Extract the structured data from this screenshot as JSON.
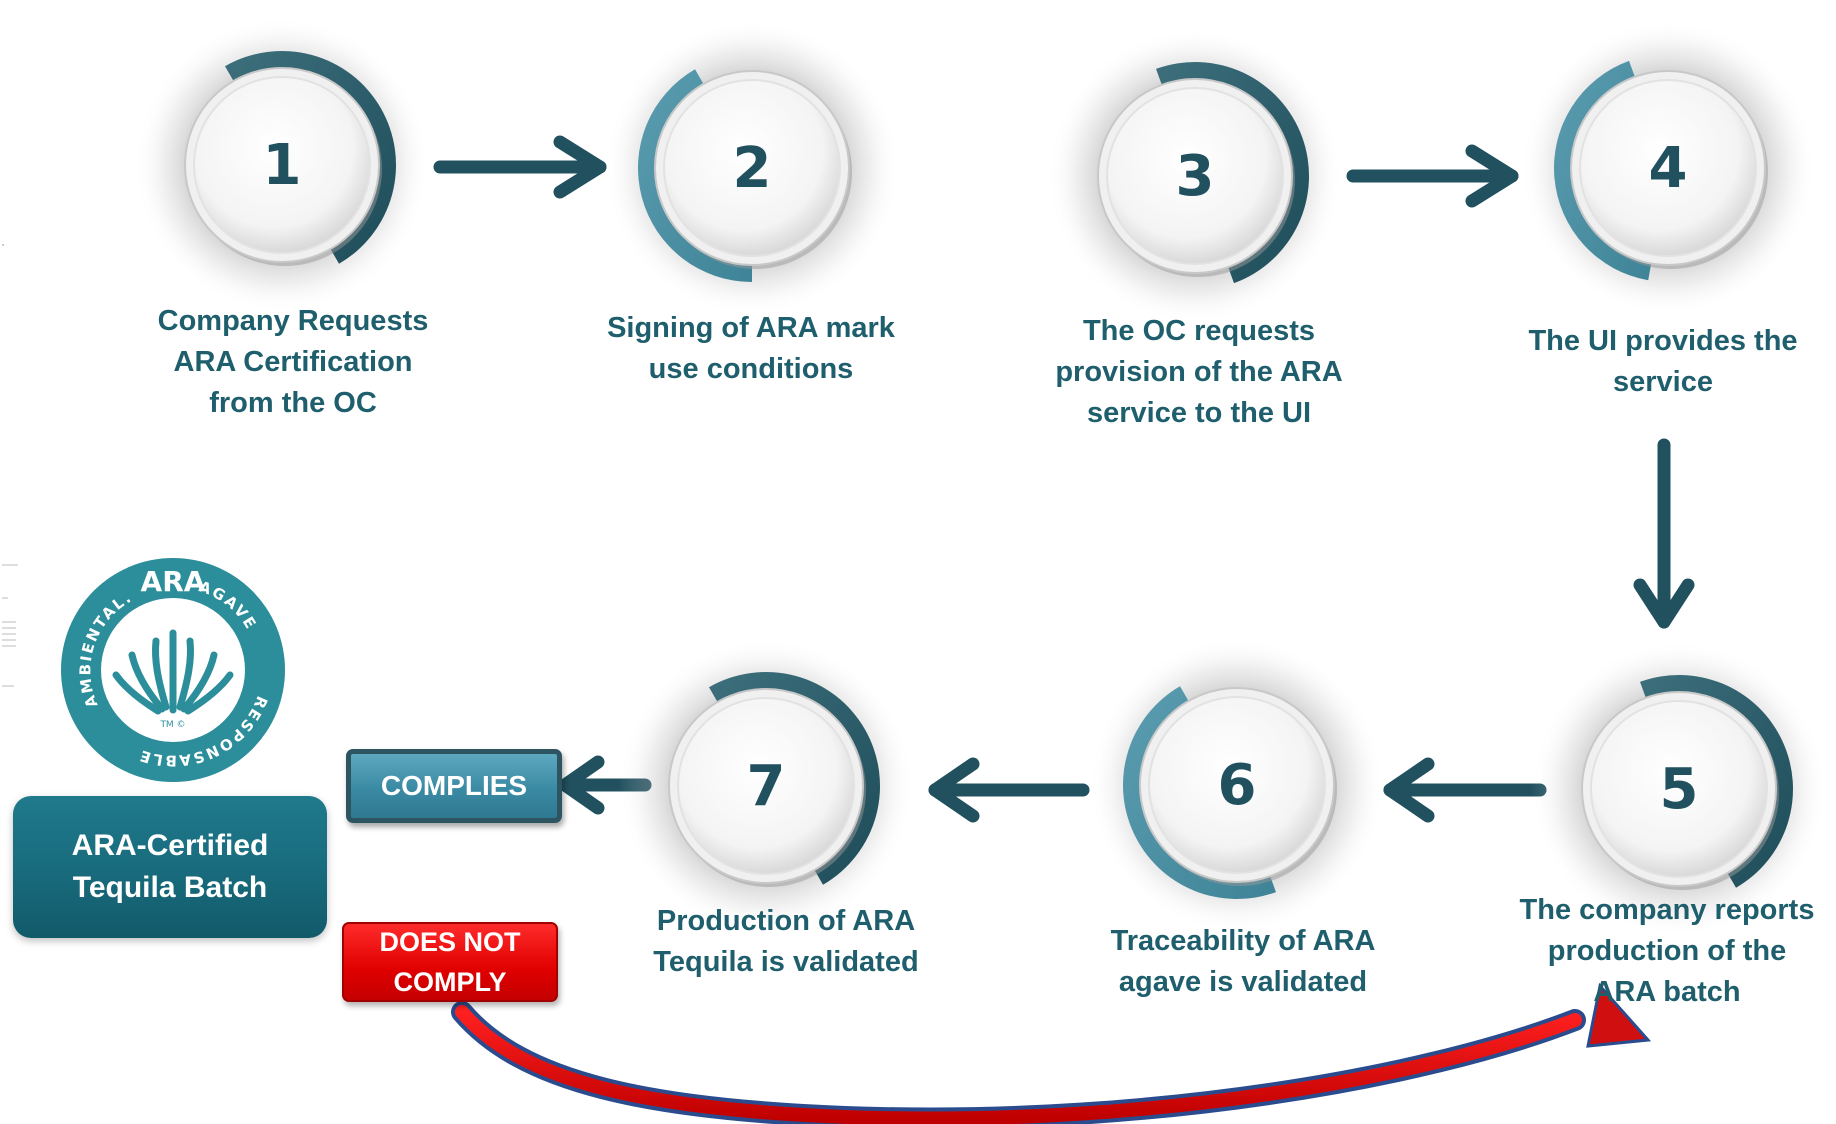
{
  "steps": [
    {
      "number": "1",
      "label": "Company Requests\nARA Certification\nfrom the OC"
    },
    {
      "number": "2",
      "label": "Signing of ARA mark\nuse conditions"
    },
    {
      "number": "3",
      "label": "The OC requests\nprovision of the ARA\nservice to the UI"
    },
    {
      "number": "4",
      "label": "The UI provides the\nservice"
    },
    {
      "number": "5",
      "label": "The company reports\nproduction of the\nARA batch"
    },
    {
      "number": "6",
      "label": "Traceability of ARA\nagave is validated"
    },
    {
      "number": "7",
      "label": "Production of ARA\nTequila is validated"
    }
  ],
  "outcomes": {
    "complies": "COMPLIES",
    "does_not_comply": "DOES NOT\nCOMPLY",
    "certified_batch": "ARA-Certified\nTequila Batch"
  },
  "logo": {
    "center_text": "ARA",
    "ring_text_left": "AMBIENTAL.",
    "ring_text_right": "AGAVE",
    "ring_text_bottom": "RESPONSABLE",
    "mark": "TM ©"
  },
  "colors": {
    "primary_teal": "#1f5e6c",
    "arrow_teal": "#21505f",
    "complies_blue": "#3a8aa3",
    "noncomply_red": "#e00000",
    "certified_teal": "#17697a"
  }
}
